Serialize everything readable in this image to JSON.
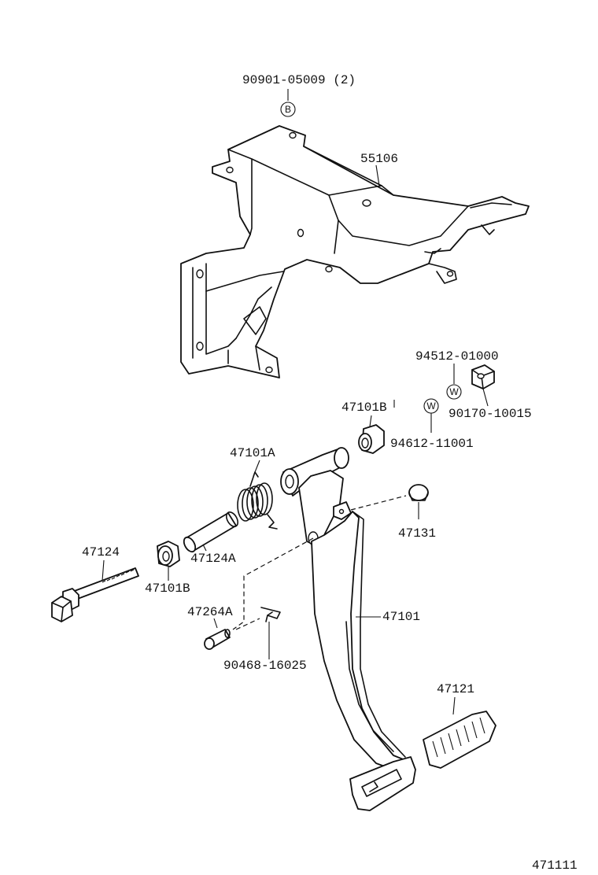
{
  "labels": {
    "bolt_90901": "90901-05009 (2)",
    "bracket_55106": "55106",
    "washer_94512": "94512-01000",
    "nut_90170": "90170-10015",
    "bushing_47101b_top": "47101B",
    "washer_94612": "94612-11001",
    "spring_47101a": "47101A",
    "cushion_47131": "47131",
    "bolt_47124": "47124",
    "collar_47124a": "47124A",
    "bushing_47101b_left": "47101B",
    "pin_47264a": "47264A",
    "pedal_47101": "47101",
    "clip_90468": "90468-16025",
    "pad_47121": "47121",
    "diagram_number": "471111"
  },
  "symbols": {
    "bolt_marker": "B",
    "washer_marker_1": "W",
    "washer_marker_2": "W"
  }
}
